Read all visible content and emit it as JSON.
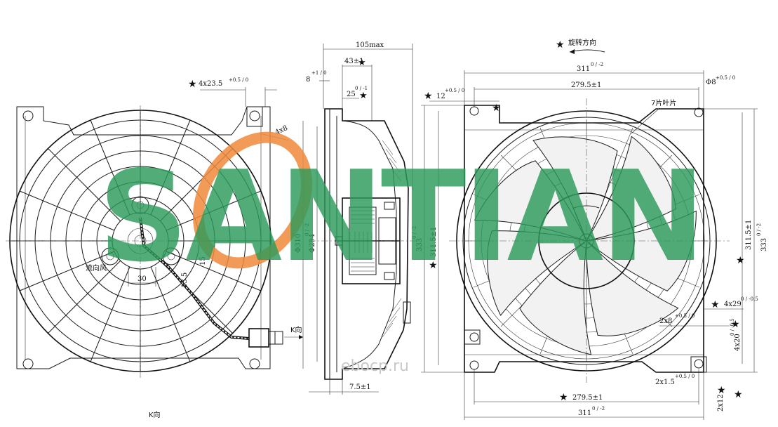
{
  "front_view": {
    "dims": {
      "holes": "4x23.5",
      "holes_tol": "+0.5 / 0",
      "slot": "4x8",
      "d30": "30",
      "d13_5": "13.5",
      "d15": "15"
    },
    "labels": {
      "direction_view": "K向",
      "bottom_caption": "K向",
      "note_left": "流向风"
    }
  },
  "side_view": {
    "dims": {
      "max_width": "105max",
      "w43": "43±1",
      "w8": "8",
      "w8_tol": "+1 / 0",
      "w25": "25",
      "w25_tol": "0 / -1",
      "d310": "Φ310",
      "d310_tol": "0 / -2",
      "d294": "Φ294",
      "d294_tol": "0 / -2",
      "w7_5": "7.5±1"
    }
  },
  "rear_view": {
    "rotation_label": "旋转方向",
    "blade_label": "7片叶片",
    "dims": {
      "w311_top": "311",
      "w311_top_tol": "0 / -2",
      "w279_top": "279.5±1",
      "d8": "Φ8",
      "d8_tol": "+0.5 / 0",
      "w12": "12",
      "w12_tol": "+0.5 / 0",
      "h333_left": "333",
      "h333_left_tol": "0 / -2",
      "h311_5_left": "311.5±1",
      "h311_5_right": "311.5±1",
      "h333_right": "333",
      "h333_right_tol": "0 / -2",
      "w4x29": "4x29",
      "w4x29_tol": "0 / -0.5",
      "w2x8": "2x8",
      "w2x8_tol": "+0.5 / 0",
      "w4x20": "4x20",
      "w4x20_tol": "0 / -0.5",
      "w2x1_5": "2x1.5",
      "w2x1_5_tol": "+0.5 / 0",
      "w2x12": "2x12",
      "w279_bottom": "279.5±1",
      "w311_bottom": "311",
      "w311_bottom_tol": "0 / -2"
    }
  },
  "watermark": {
    "brand": "SANTIAN",
    "site": "ebocp.ru"
  },
  "colors": {
    "line": "#1a1a1a",
    "watermark_green": "#2c9a5a",
    "watermark_orange": "#f08a3c",
    "background": "#ffffff"
  }
}
